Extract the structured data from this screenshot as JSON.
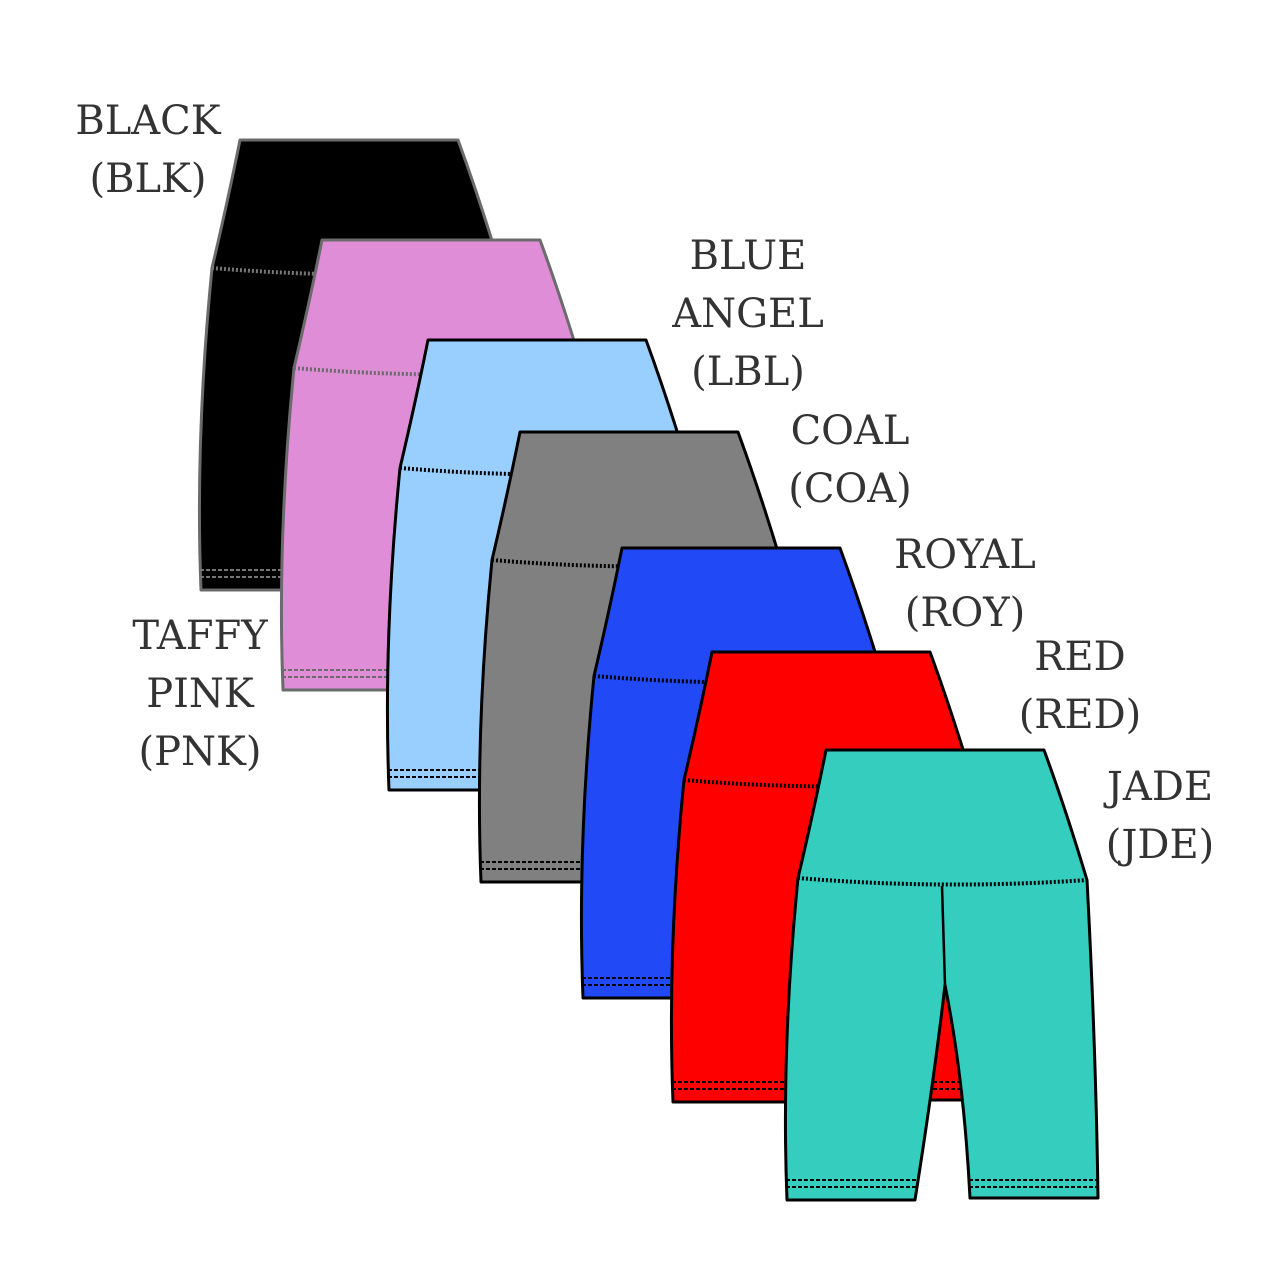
{
  "swatches": [
    {
      "name": "BLACK",
      "name2": "",
      "code": "(BLK)",
      "fill": "#000000",
      "stroke": "#6b6b6b",
      "stitch": "#777777"
    },
    {
      "name": "TAFFY",
      "name2": "PINK",
      "code": "(PNK)",
      "fill": "#df8dd7",
      "stroke": "#6b6b6b",
      "stitch": "#6b6b6b"
    },
    {
      "name": "BLUE",
      "name2": "ANGEL",
      "code": "(LBL)",
      "fill": "#99cfff",
      "stroke": "#000000",
      "stitch": "#000000"
    },
    {
      "name": "COAL",
      "name2": "",
      "code": "(COA)",
      "fill": "#808080",
      "stroke": "#000000",
      "stitch": "#000000"
    },
    {
      "name": "ROYAL",
      "name2": "",
      "code": "(ROY)",
      "fill": "#2149f5",
      "stroke": "#000000",
      "stitch": "#000000"
    },
    {
      "name": "RED",
      "name2": "",
      "code": "(RED)",
      "fill": "#ff0000",
      "stroke": "#000000",
      "stitch": "#000000"
    },
    {
      "name": "JADE",
      "name2": "",
      "code": "(JDE)",
      "fill": "#35cdbd",
      "stroke": "#000000",
      "stitch": "#000000"
    }
  ]
}
